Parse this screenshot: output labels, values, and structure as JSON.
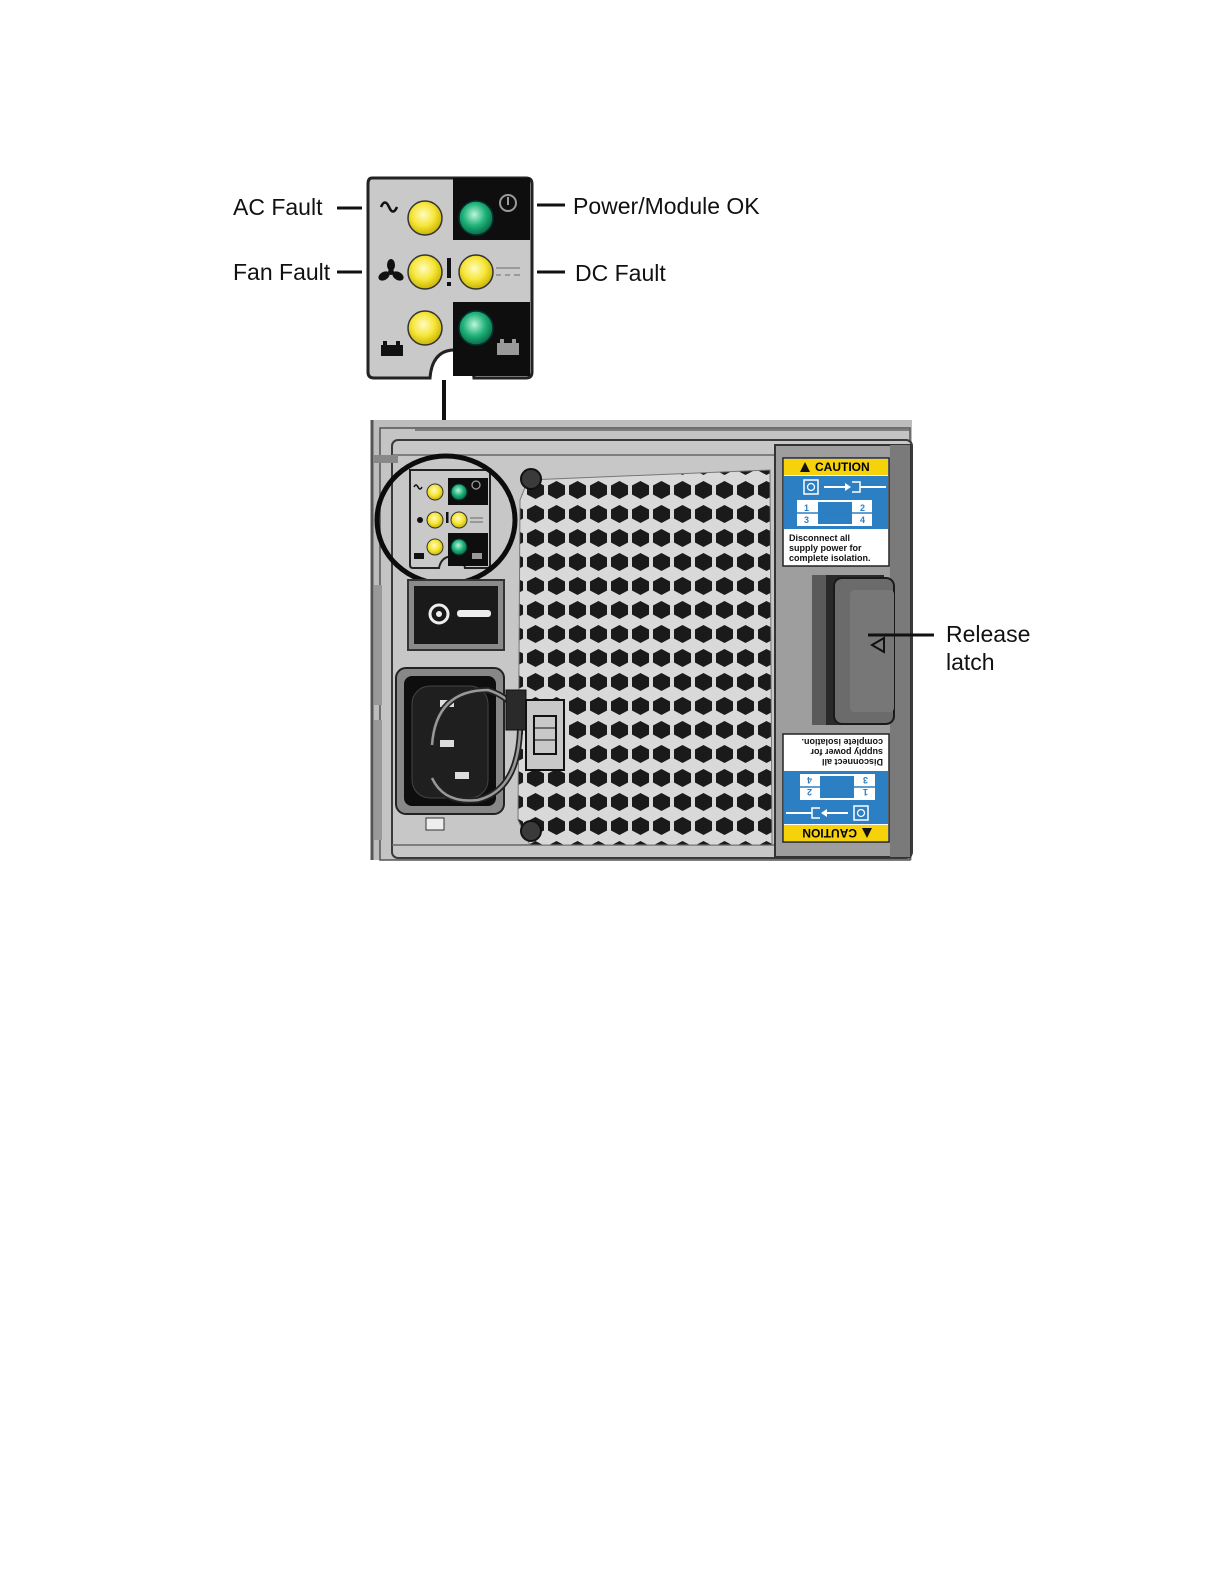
{
  "callouts": {
    "ac_fault": "AC Fault",
    "fan_fault": "Fan Fault",
    "power_module_ok": "Power/Module OK",
    "dc_fault": "DC Fault",
    "release_latch_line1": "Release",
    "release_latch_line2": "latch"
  },
  "caution_label": {
    "heading": "CAUTION",
    "line1": "Disconnect all",
    "line2": "supply power for",
    "line3": "complete isolation.",
    "numbers": [
      "1",
      "2",
      "3",
      "4"
    ]
  },
  "icons": {
    "ac": "sine-wave-icon",
    "fan": "fan-icon",
    "fault": "exclamation-icon",
    "dc": "dc-symbol-icon",
    "power": "power-icon",
    "battery": "battery-icon"
  },
  "led_colors": {
    "amber": "#f4e23a",
    "green": "#1fb37a",
    "panel_gray": "#c9c9c9",
    "caution_yellow": "#f5d20a",
    "caution_blue": "#2d7fc3"
  }
}
